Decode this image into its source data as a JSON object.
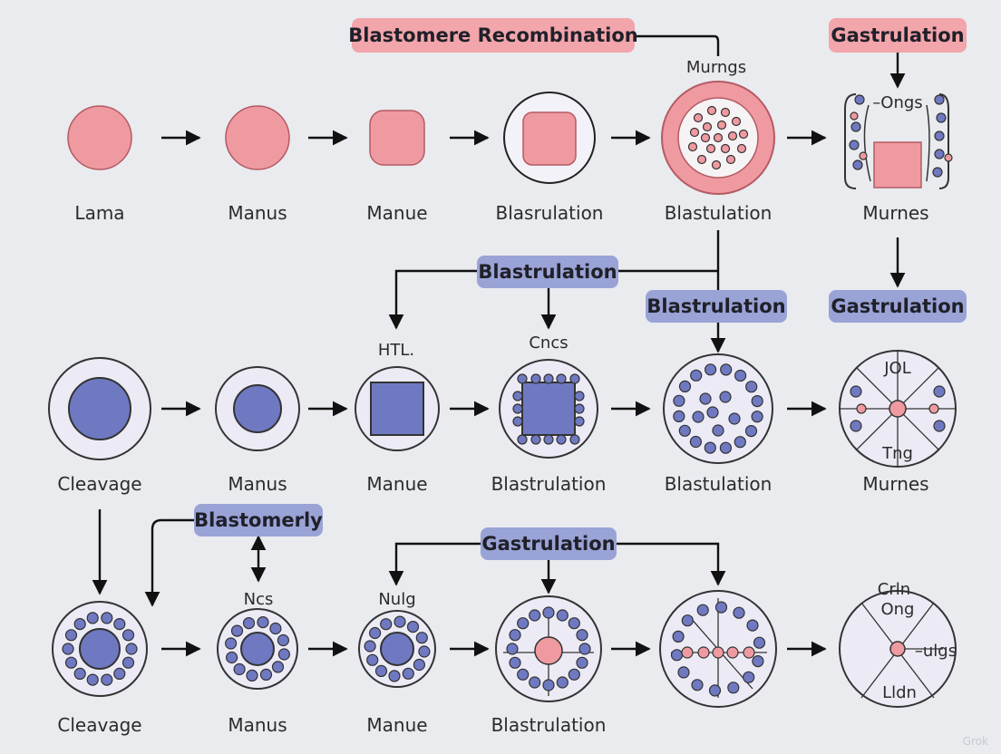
{
  "colors": {
    "background": "#e9ebef",
    "pink": "#ef9aa0",
    "pink_tag": "#f2a5aa",
    "blue": "#6f79c2",
    "blue_tag": "#9aa3d6",
    "halo": "#ecebf5"
  },
  "tags": {
    "t1": "Blastomere Recombination",
    "t2": "Gastrulation",
    "t3": "Blastrulation",
    "t4": "Blastrulation",
    "t5": "Gastrulation",
    "t6": "Blastomerly",
    "t7": "Gastrulation"
  },
  "row1": [
    "Lama",
    "Manus",
    "Manue",
    "Blasrulation",
    "Blastulation",
    "Murnes"
  ],
  "row2": [
    "Cleavage",
    "Manus",
    "Manue",
    "Blastrulation",
    "Blastulation",
    "Murnes"
  ],
  "row3": [
    "Cleavage",
    "Manus",
    "Manue",
    "Blastrulation"
  ],
  "notes": {
    "murngs": "Murngs",
    "ongs": "–Ongs",
    "htl": "HTL.",
    "cncs": "Cncs",
    "jol": "JOL",
    "tng": "Tng",
    "ncs": "Ncs",
    "nulg": "Nulg",
    "crln": "Crln",
    "ong": "Ong",
    "ulgs": "–ulgs",
    "lldn": "Lldn"
  },
  "watermark": "Grok"
}
